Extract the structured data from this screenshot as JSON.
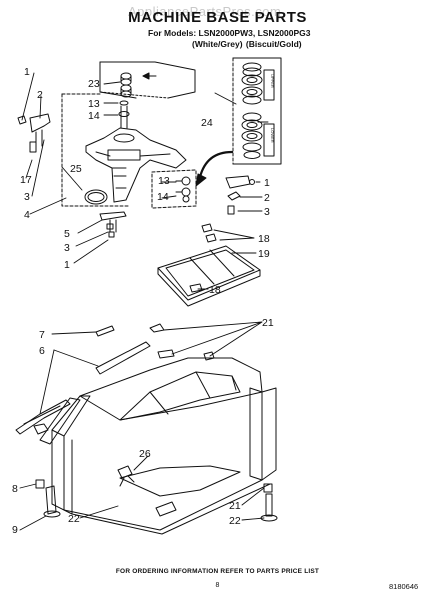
{
  "header": {
    "watermark": "AppliancePartsPros.com",
    "title": "MACHINE BASE PARTS",
    "models": "For Models: LSN2000PW3, LSN2000PG3",
    "colors": "(White/Grey)   (Biscuit/Gold)"
  },
  "seal_kit": {
    "upper_label": "UPPER",
    "lower_label": "LOWER"
  },
  "callouts": [
    "1",
    "2",
    "3",
    "4",
    "5",
    "6",
    "7",
    "8",
    "9",
    "13",
    "14",
    "15",
    "16",
    "17",
    "18",
    "19",
    "21",
    "22",
    "23",
    "24",
    "25",
    "26"
  ],
  "footer": {
    "ordering_note": "FOR ORDERING INFORMATION REFER TO PARTS PRICE LIST",
    "page_number": "8",
    "document_number": "8180646"
  }
}
